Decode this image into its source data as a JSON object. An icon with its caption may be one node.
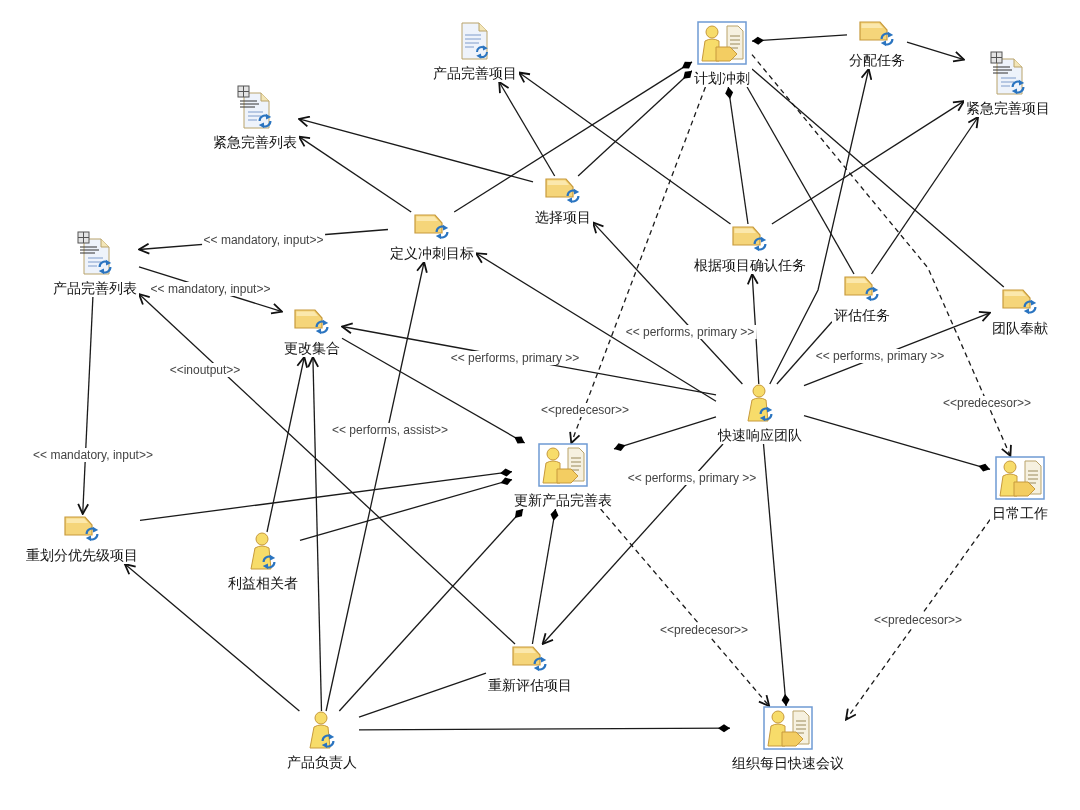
{
  "diagram": {
    "nodes": [
      {
        "text": [
          "产品完善项目"
        ]
      },
      {
        "text": [
          "计划冲刺"
        ]
      },
      {
        "text": [
          "分配任务"
        ]
      },
      {
        "text": [
          "紧急完善列表"
        ]
      },
      {
        "text": [
          "紧急完善项目"
        ]
      },
      {
        "text": [
          "选择项目"
        ]
      },
      {
        "text": [
          "定义冲刺目标"
        ]
      },
      {
        "text": [
          "根据项目确认任务"
        ]
      },
      {
        "text": [
          "产品完善列表"
        ]
      },
      {
        "text": [
          "更改集合"
        ]
      },
      {
        "text": [
          "评估任务"
        ]
      },
      {
        "text": [
          "团队奉献"
        ]
      },
      {
        "text": [
          "快速响应团队"
        ]
      },
      {
        "text": [
          "更新产品完善表"
        ]
      },
      {
        "text": [
          "日常工作"
        ]
      },
      {
        "text": [
          "重划分优先级项目"
        ]
      },
      {
        "text": [
          "利益相关者"
        ]
      },
      {
        "text": [
          "重新评估项目"
        ]
      },
      {
        "text": [
          "产品负责人"
        ]
      },
      {
        "text": [
          "组织每日快速会议"
        ]
      }
    ],
    "edges": [
      {
        "from": 6,
        "to": 1,
        "arrow": "other"
      },
      {
        "from": 5,
        "to": 1,
        "arrow": "other"
      },
      {
        "from": 2,
        "to": 1,
        "arrow": "other"
      },
      {
        "from": 7,
        "to": 1,
        "arrow": "other"
      },
      {
        "from": 1,
        "to": 13,
        "arrow": "to",
        "style": "dashed",
        "label": "<<predecesor>>"
      },
      {
        "from": 1,
        "to": 14,
        "arrow": "to",
        "style": "dashed",
        "label": "<<predecesor>>"
      },
      {
        "from": 1,
        "to": 10,
        "arrow": "none"
      },
      {
        "from": 10,
        "to": 4,
        "arrow": "to"
      },
      {
        "from": 1,
        "to": 11,
        "arrow": "none"
      },
      {
        "from": 2,
        "to": 4,
        "arrow": "to"
      },
      {
        "from": 7,
        "to": 4,
        "arrow": "to"
      },
      {
        "from": 7,
        "to": 0,
        "arrow": "to"
      },
      {
        "from": 5,
        "to": 0,
        "arrow": "to"
      },
      {
        "from": 5,
        "to": 3,
        "arrow": "to"
      },
      {
        "from": 6,
        "to": 3,
        "arrow": "to"
      },
      {
        "from": 6,
        "to": 8,
        "arrow": "to",
        "label": "<< mandatory, input>>"
      },
      {
        "from": 8,
        "to": 9,
        "arrow": "to",
        "label": "<< mandatory, input>>"
      },
      {
        "from": 8,
        "to": 15,
        "arrow": "to",
        "label": "<< mandatory, input>>"
      },
      {
        "from": 17,
        "to": 8,
        "arrow": "to",
        "label": "<<inoutput>>"
      },
      {
        "from": 12,
        "to": 9,
        "arrow": "to",
        "label": "<< performs, primary >>"
      },
      {
        "from": 12,
        "to": 6,
        "arrow": "to"
      },
      {
        "from": 12,
        "to": 5,
        "arrow": "to",
        "label": "<< performs, primary >>"
      },
      {
        "from": 12,
        "to": 7,
        "arrow": "to"
      },
      {
        "from": 12,
        "to": 2,
        "arrow": "to"
      },
      {
        "from": 12,
        "to": 10,
        "arrow": "none"
      },
      {
        "from": 12,
        "to": 11,
        "arrow": "to",
        "label": "<< performs, primary >>"
      },
      {
        "from": 12,
        "to": 13,
        "arrow": "other"
      },
      {
        "from": 12,
        "to": 17,
        "arrow": "to",
        "label": "<< performs, primary >>"
      },
      {
        "from": 12,
        "to": 14,
        "arrow": "other"
      },
      {
        "from": 12,
        "to": 19,
        "arrow": "other"
      },
      {
        "from": 16,
        "to": 9,
        "arrow": "to"
      },
      {
        "from": 18,
        "to": 9,
        "arrow": "to"
      },
      {
        "from": 9,
        "to": 13,
        "arrow": "other"
      },
      {
        "from": 15,
        "to": 13,
        "arrow": "other"
      },
      {
        "from": 16,
        "to": 13,
        "arrow": "other"
      },
      {
        "from": 18,
        "to": 13,
        "arrow": "other"
      },
      {
        "from": 17,
        "to": 13,
        "arrow": "other"
      },
      {
        "from": 18,
        "to": 15,
        "arrow": "to"
      },
      {
        "from": 18,
        "to": 6,
        "arrow": "to",
        "label": "<< performs, assist>>"
      },
      {
        "from": 18,
        "to": 17,
        "arrow": "none"
      },
      {
        "from": 18,
        "to": 19,
        "arrow": "other"
      },
      {
        "from": 13,
        "to": 19,
        "arrow": "to",
        "style": "dashed",
        "label": "<<predecesor>>"
      },
      {
        "from": 14,
        "to": 19,
        "arrow": "to",
        "style": "dashed",
        "label": "<<predecesor>>"
      }
    ]
  }
}
